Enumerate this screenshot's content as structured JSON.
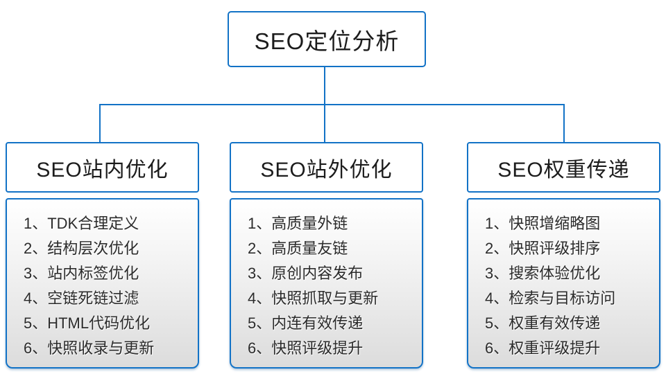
{
  "diagram_title": "SEO定位分析",
  "colors": {
    "accent_blue": "#1272c6",
    "body_gradient_bottom": "#dcdcdc",
    "text": "#2b2b2b"
  },
  "root": {
    "label": "SEO定位分析"
  },
  "branches": [
    {
      "title": "SEO站内优化",
      "items": [
        "1、TDK合理定义",
        "2、结构层次优化",
        "3、站内标签优化",
        "4、空链死链过滤",
        "5、HTML代码优化",
        "6、快照收录与更新"
      ]
    },
    {
      "title": "SEO站外优化",
      "items": [
        "1、高质量外链",
        "2、高质量友链",
        "3、原创内容发布",
        "4、快照抓取与更新",
        "5、内连有效传递",
        "6、快照评级提升"
      ]
    },
    {
      "title": "SEO权重传递",
      "items": [
        "1、快照增缩略图",
        "2、快照评级排序",
        "3、搜索体验优化",
        "4、检索与目标访问",
        "5、权重有效传递",
        "6、权重评级提升"
      ]
    }
  ]
}
